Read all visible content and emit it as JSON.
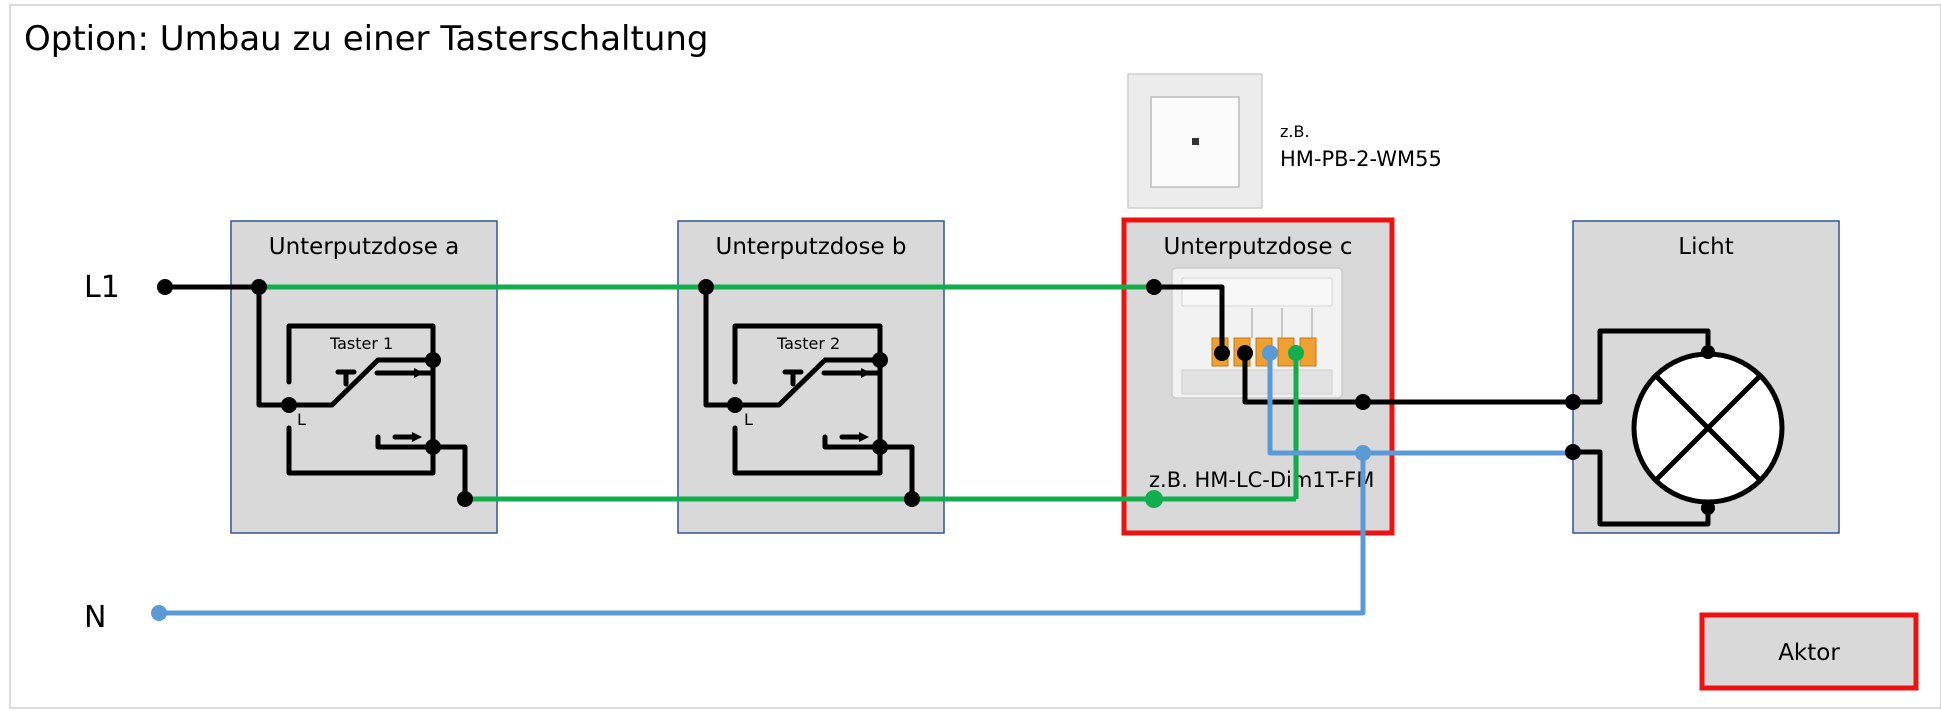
{
  "title": "Option: Umbau zu einer Tasterschaltung",
  "lines": {
    "l1": "L1",
    "n": "N"
  },
  "boxes": {
    "a": {
      "label": "Unterputzdose a",
      "switch_label": "Taster 1",
      "terminal": "L"
    },
    "b": {
      "label": "Unterputzdose b",
      "switch_label": "Taster 2",
      "terminal": "L"
    },
    "c": {
      "label": "Unterputzdose c",
      "device": "z.B. HM-LC-Dim1T-FM"
    },
    "light": {
      "label": "Licht"
    }
  },
  "pushbutton": {
    "prefix": "z.B.",
    "model": "HM-PB-2-WM55"
  },
  "legend": {
    "aktor": "Aktor"
  },
  "colors": {
    "phase_wire": "#12ad4c",
    "neutral_wire": "#5b9bd5",
    "wire": "#000000",
    "box_fill": "#d9d9d9",
    "box_border": "#2f5597",
    "highlight": "#ee1111"
  }
}
